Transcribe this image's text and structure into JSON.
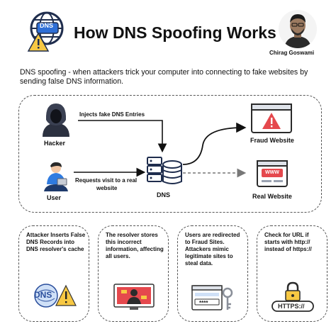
{
  "header": {
    "title": "How DNS Spoofing Works",
    "author": "Chirag Goswami",
    "logo_text": "DNS"
  },
  "description": "DNS spoofing - when attackers trick your computer into connecting to fake websites by sending false DNS information.",
  "flow": {
    "hacker_label": "Hacker",
    "user_label": "User",
    "dns_label": "DNS",
    "fraud_label": "Fraud Website",
    "real_label": "Real Website",
    "inject_label": "Injects fake DNS Entries",
    "request_line1": "Requests visit to a real",
    "request_line2": "website",
    "www_text": "WWW"
  },
  "cards": [
    {
      "text": "Attacker Inserts False DNS Records into DNS resolver's cache",
      "icon": "dns-warning-icon",
      "icon_text": "DNS"
    },
    {
      "text": "The resolver stores this incorrect information, affecting all users.",
      "icon": "hacker-screen-icon"
    },
    {
      "text": "Users are redirected to Fraud Sites. Attackers mimic legitimate sites to steal data.",
      "icon": "password-key-icon",
      "icon_text": "****"
    },
    {
      "text": "Check for URL if starts with http:// instead of https://",
      "icon": "https-lock-icon",
      "icon_text": "HTTPS://"
    }
  ],
  "colors": {
    "accent_red": "#e5484d",
    "blue": "#2a4e9c",
    "dark": "#222222",
    "border": "#555555"
  }
}
